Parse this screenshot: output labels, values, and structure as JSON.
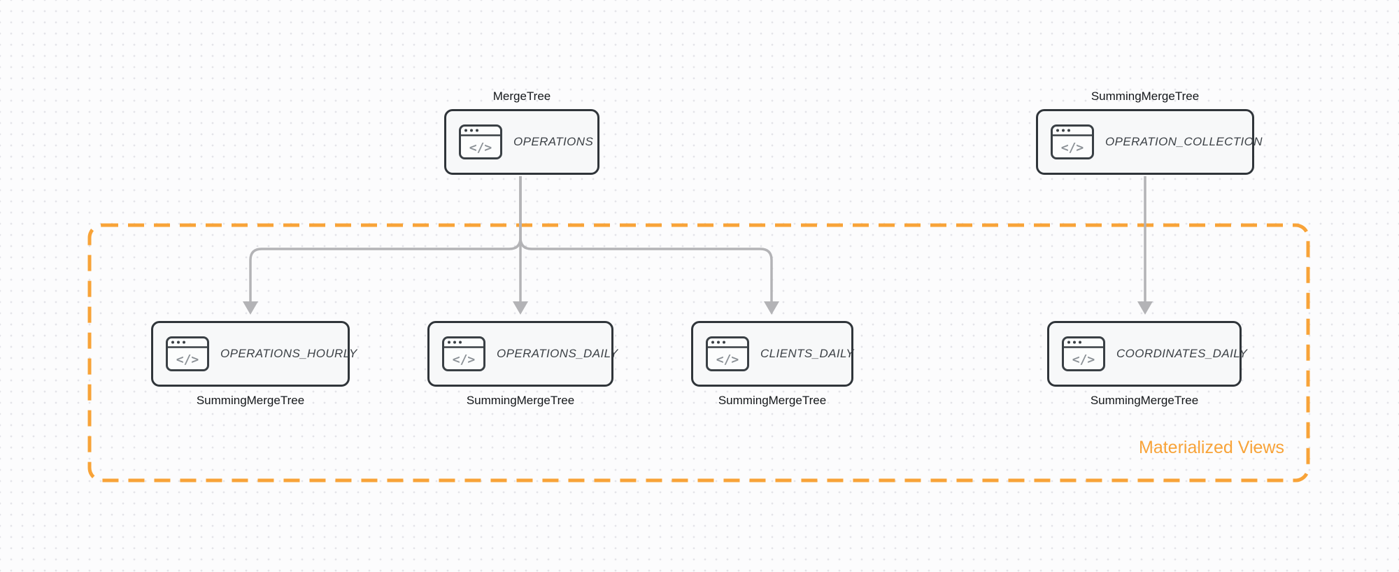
{
  "group": {
    "label": "Materialized Views"
  },
  "sources": [
    {
      "engine_label": "MergeTree",
      "table_name": "OPERATIONS",
      "icon": "code-window-icon"
    },
    {
      "engine_label": "SummingMergeTree",
      "table_name": "OPERATION_COLLECTION",
      "icon": "code-window-icon"
    }
  ],
  "views": [
    {
      "table_name": "OPERATIONS_HOURLY",
      "engine_label": "SummingMergeTree",
      "icon": "code-window-icon"
    },
    {
      "table_name": "OPERATIONS_DAILY",
      "engine_label": "SummingMergeTree",
      "icon": "code-window-icon"
    },
    {
      "table_name": "CLIENTS_DAILY",
      "engine_label": "SummingMergeTree",
      "icon": "code-window-icon"
    },
    {
      "table_name": "COORDINATES_DAILY",
      "engine_label": "SummingMergeTree",
      "icon": "code-window-icon"
    }
  ],
  "edges": [
    {
      "from": "OPERATIONS",
      "to": "OPERATIONS_HOURLY"
    },
    {
      "from": "OPERATIONS",
      "to": "OPERATIONS_DAILY"
    },
    {
      "from": "OPERATIONS",
      "to": "CLIENTS_DAILY"
    },
    {
      "from": "OPERATION_COLLECTION",
      "to": "COORDINATES_DAILY"
    }
  ],
  "colors": {
    "accent_orange": "#F8A338",
    "arrow_gray": "#B3B3B6",
    "node_border": "#30353A"
  }
}
